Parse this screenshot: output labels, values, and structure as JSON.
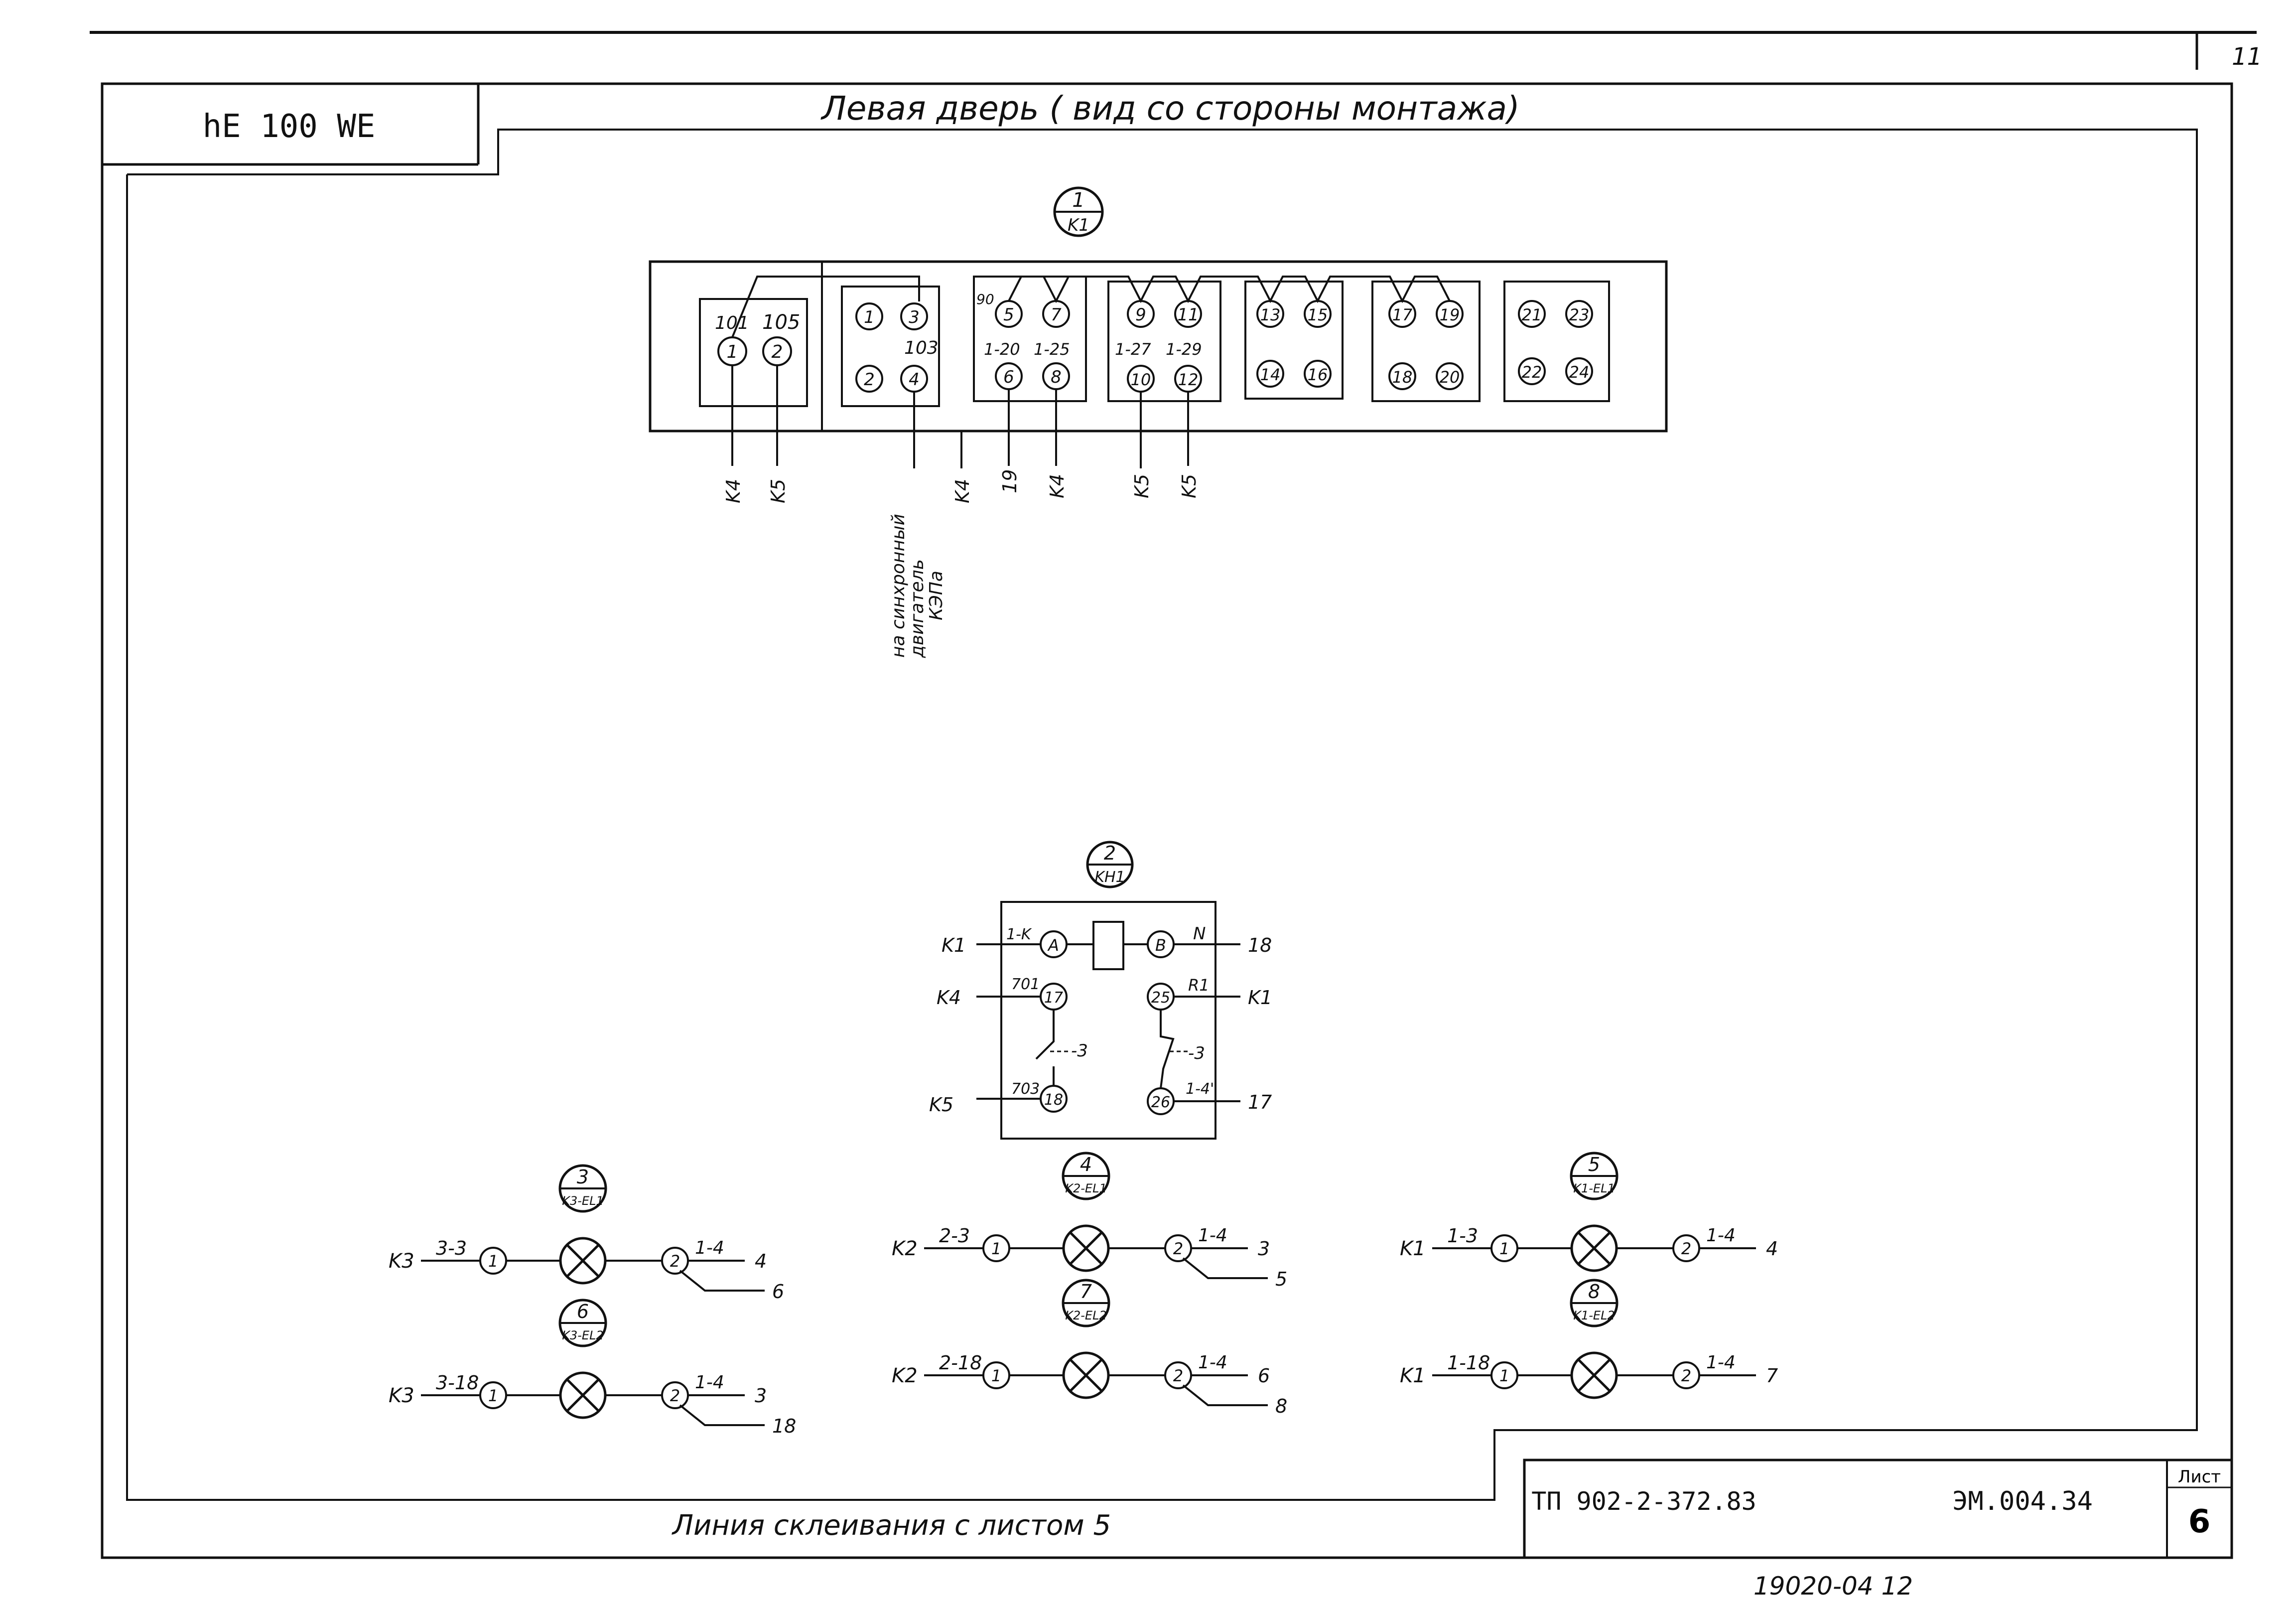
{
  "sheet": {
    "corner_number": "11",
    "stamp_top": "hE 100 WE",
    "title": "Левая дверь ( вид со стороны монтажа)",
    "glue_line": "Линия склеивания с листом 5",
    "project": "ТП 902-2-372.83",
    "doc_code": "ЭМ.004.34",
    "sheet_label": "Лист",
    "sheet_number": "6",
    "archive_number": "19020-04 12"
  },
  "terminal_block": {
    "ref_num": "1",
    "ref_den": "K1",
    "groups": [
      {
        "terminals": [
          "1",
          "2"
        ],
        "top_labels": [
          "101",
          "105"
        ]
      },
      {
        "terminals": [
          "1",
          "3",
          "2",
          "4"
        ],
        "aux_label": "103"
      },
      {
        "terminals": [
          "5",
          "7",
          "6",
          "8"
        ],
        "labels": [
          "90",
          "1-20",
          "1-25"
        ]
      },
      {
        "terminals": [
          "9",
          "11",
          "10",
          "12"
        ],
        "labels": [
          "1-27",
          "1-29"
        ]
      },
      {
        "terminals": [
          "13",
          "15",
          "14",
          "16"
        ]
      },
      {
        "terminals": [
          "17",
          "19",
          "18",
          "20"
        ]
      },
      {
        "terminals": [
          "21",
          "23",
          "22",
          "24"
        ]
      }
    ],
    "out_labels": [
      "K4",
      "K5",
      "K4",
      "19",
      "K4",
      "K5",
      "K5"
    ],
    "note_lines": [
      "на синхронный",
      "двигатель",
      "КЭПа"
    ]
  },
  "relay": {
    "ref_num": "2",
    "ref_den": "KH1",
    "terminals": [
      "A",
      "B",
      "17",
      "18",
      "25",
      "26"
    ],
    "wire_labels": [
      "1-K",
      "N",
      "701",
      "703",
      "R1",
      "1-4'"
    ],
    "left_links": [
      "K1",
      "K4",
      "K5"
    ],
    "right_links": [
      "18",
      "K1",
      "17"
    ],
    "contact_tags": [
      "-3",
      "-3"
    ]
  },
  "lamps": [
    {
      "ref_num": "3",
      "ref_den": "K3-EL1",
      "src": "K3",
      "in_wire": "3-3",
      "t1": "1",
      "t2": "2",
      "out_wire": "1-4",
      "out_a": "4",
      "out_b": "6"
    },
    {
      "ref_num": "6",
      "ref_den": "K3-EL2",
      "src": "K3",
      "in_wire": "3-18",
      "t1": "1",
      "t2": "2",
      "out_wire": "1-4",
      "out_a": "3",
      "out_b": "18"
    },
    {
      "ref_num": "4",
      "ref_den": "K2-EL1",
      "src": "K2",
      "in_wire": "2-3",
      "t1": "1",
      "t2": "2",
      "out_wire": "1-4",
      "out_a": "3",
      "out_b": "5"
    },
    {
      "ref_num": "7",
      "ref_den": "K2-EL2",
      "src": "K2",
      "in_wire": "2-18",
      "t1": "1",
      "t2": "2",
      "out_wire": "1-4",
      "out_a": "6",
      "out_b": "8"
    },
    {
      "ref_num": "5",
      "ref_den": "K1-EL1",
      "src": "K1",
      "in_wire": "1-3",
      "t1": "1",
      "t2": "2",
      "out_wire": "1-4",
      "out_a": "4"
    },
    {
      "ref_num": "8",
      "ref_den": "K1-EL2",
      "src": "K1",
      "in_wire": "1-18",
      "t1": "1",
      "t2": "2",
      "out_wire": "1-4",
      "out_a": "7"
    }
  ]
}
